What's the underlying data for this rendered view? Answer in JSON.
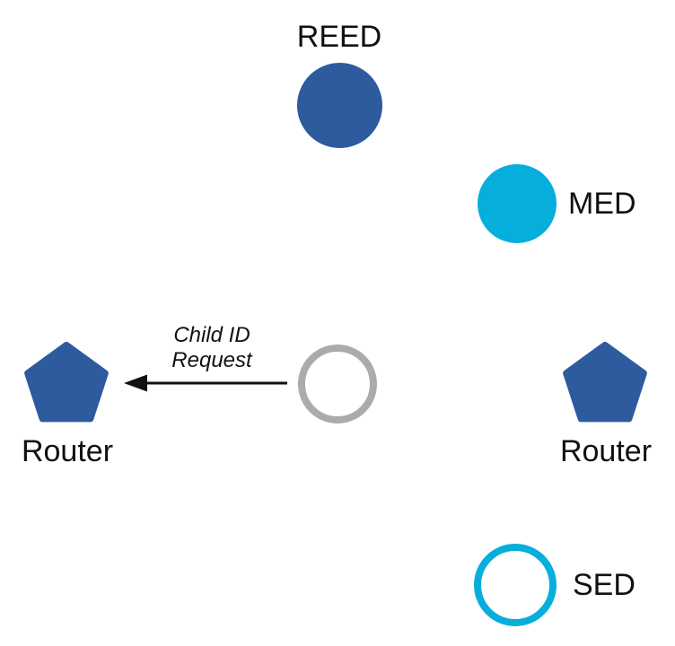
{
  "diagram": {
    "description": "Thread network device-role topology diagram",
    "background": "#ffffff",
    "colors": {
      "node_blue": "#2E5A9E",
      "node_cyan": "#06AEDC",
      "outline_gray": "#ABABAB",
      "arrow_black": "#111111",
      "text": "#111111"
    },
    "nodes": {
      "reed": {
        "label": "REED",
        "shape": "circle",
        "style": "filled",
        "color": "#2E5A9E"
      },
      "med": {
        "label": "MED",
        "shape": "circle",
        "style": "filled",
        "color": "#06AEDC"
      },
      "joining_device": {
        "shape": "circle",
        "style": "outline",
        "color": "#ABABAB"
      },
      "router_left": {
        "label": "Router",
        "shape": "pentagon",
        "style": "filled",
        "color": "#2E5A9E"
      },
      "router_right": {
        "label": "Router",
        "shape": "pentagon",
        "style": "filled",
        "color": "#2E5A9E"
      },
      "sed": {
        "label": "SED",
        "shape": "circle",
        "style": "outline",
        "color": "#06AEDC"
      }
    },
    "message": {
      "line1": "Child ID",
      "line2": "Request",
      "from": "joining_device",
      "to": "router_left"
    }
  }
}
